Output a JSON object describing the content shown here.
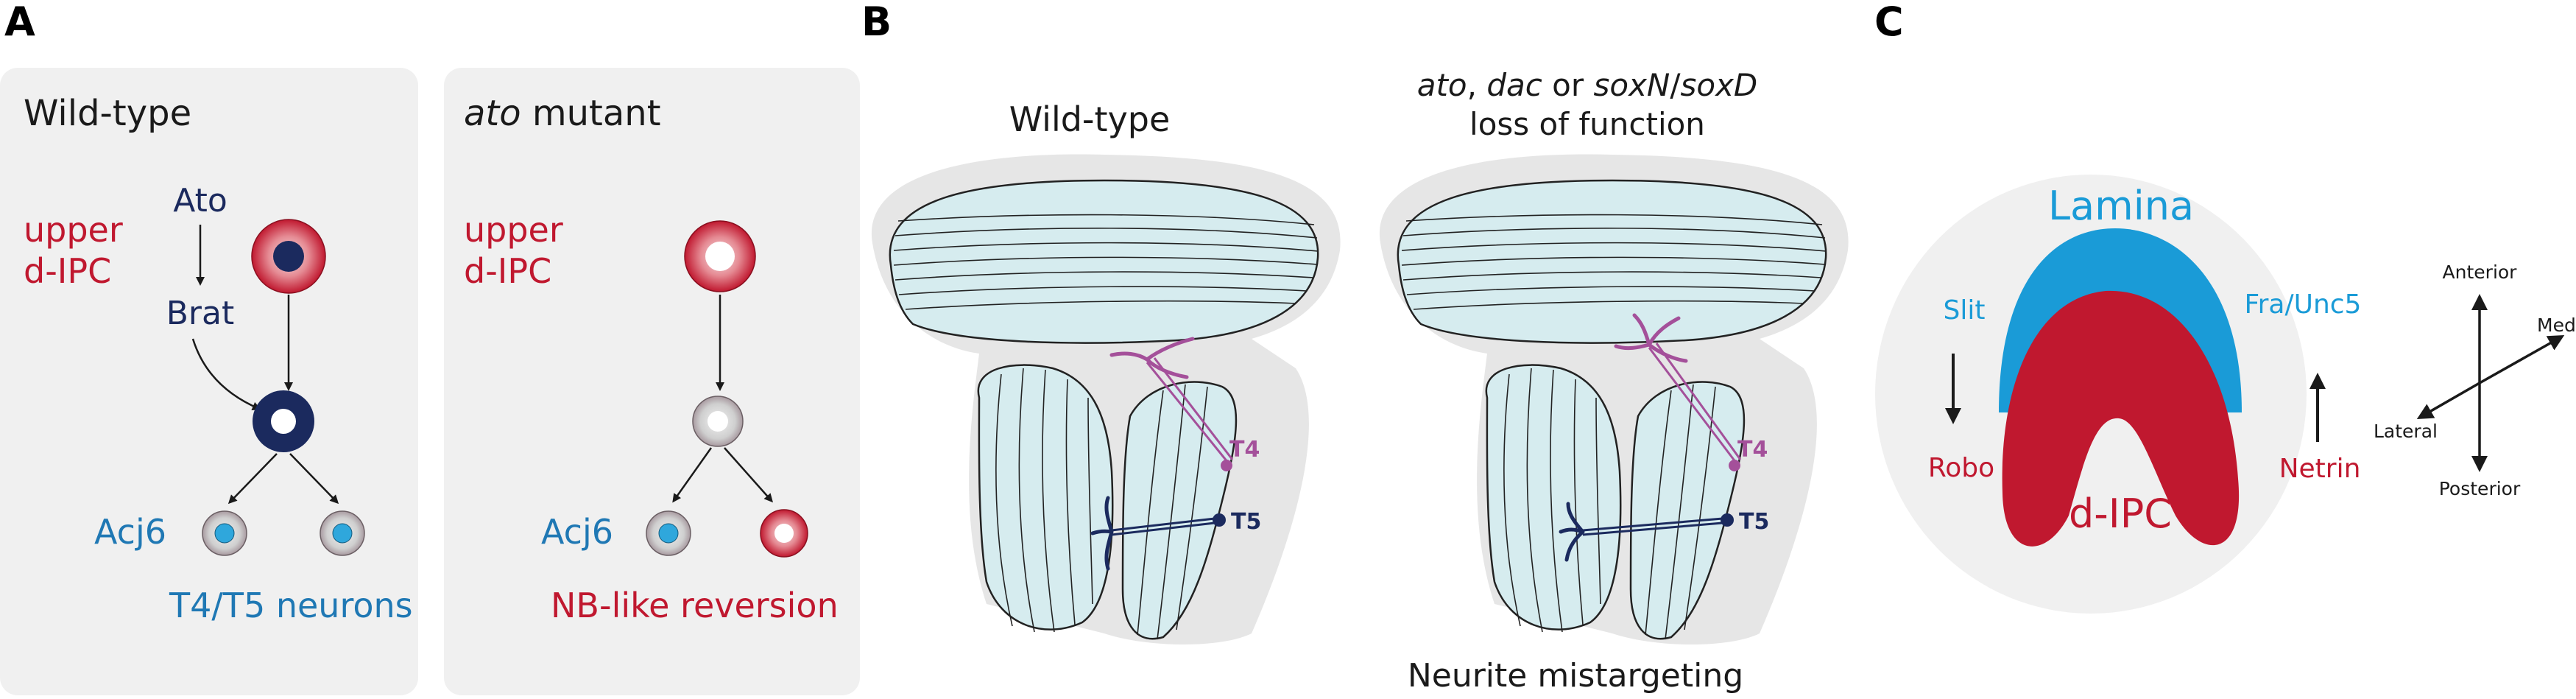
{
  "panels": {
    "a": {
      "letter": "A",
      "left_box": {
        "title": "Wild-type",
        "region_line1": "upper",
        "region_line2": "d-IPC",
        "gene_ato": "Ato",
        "gene_brat": "Brat",
        "marker": "Acj6",
        "outcome": "T4/T5 neurons"
      },
      "right_box": {
        "title_italic": "ato",
        "title_rest": " mutant",
        "region_line1": "upper",
        "region_line2": "d-IPC",
        "marker": "Acj6",
        "outcome": "NB-like reversion"
      }
    },
    "b": {
      "letter": "B",
      "left_title": "Wild-type",
      "right_title_parts": [
        "ato",
        ", ",
        "dac",
        " or ",
        "soxN",
        "/",
        "soxD"
      ],
      "right_title_line2": "loss of function",
      "label_t4": "T4",
      "label_t5": "T5",
      "caption": "Neurite mistargeting"
    },
    "c": {
      "letter": "C",
      "lamina": "Lamina",
      "dipc": "d-IPC",
      "slit": "Slit",
      "robo": "Robo",
      "fra": "Fra/Unc5",
      "netrin": "Netrin",
      "axis_anterior": "Anterior",
      "axis_posterior": "Posterior",
      "axis_medial": "Medial",
      "axis_lateral": "Lateral"
    }
  },
  "colors": {
    "red": "#c0182f",
    "blue": "#1f78b4",
    "navy": "#1b2a5e",
    "cyan": "#1a9bd7",
    "t4_purple": "#a4509a",
    "lobe_fill": "#d6ecef",
    "box_gray": "#f0f0f0"
  }
}
